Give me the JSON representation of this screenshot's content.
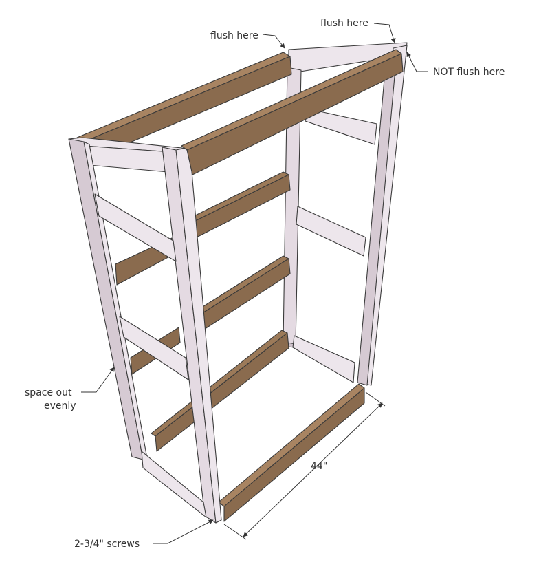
{
  "annotations": {
    "flush_here_left": "flush here",
    "flush_here_right": "flush here",
    "not_flush_here": "NOT flush here",
    "space_out_line1": "space out",
    "space_out_line2": "evenly",
    "screws": "2-3/4\" screws",
    "dimension_44": "44\""
  },
  "colors": {
    "frame_light": "#ede6ec",
    "frame_mid": "#ddd2db",
    "frame_shade": "#c9bcc6",
    "wood_top": "#a88462",
    "wood_front": "#8a6b4e",
    "wood_dark": "#6e5038",
    "outline": "#3a3a3a",
    "text": "#333333"
  }
}
